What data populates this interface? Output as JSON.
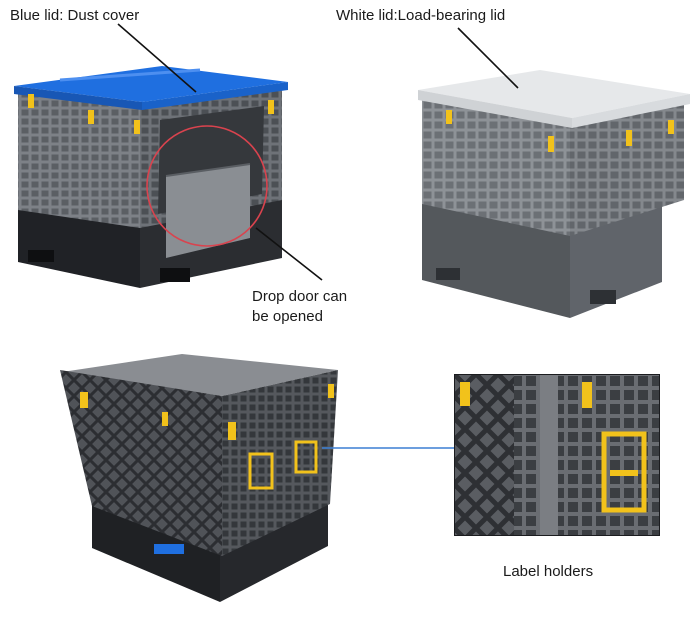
{
  "labels": {
    "blue_lid": "Blue lid: Dust cover",
    "white_lid": "White lid:Load-bearing lid",
    "drop_door_line1": "Drop door can",
    "drop_door_line2": "be opened",
    "label_holders": "Label holders"
  },
  "colors": {
    "blue_lid": "#1f6fe0",
    "white_lid": "#e6e8ea",
    "crate_gray": "#7d8187",
    "crate_dark": "#2a2c30",
    "clip_yellow": "#f2c21b",
    "highlight_circle": "#d9434e",
    "callout_line": "#3b7fd4"
  }
}
